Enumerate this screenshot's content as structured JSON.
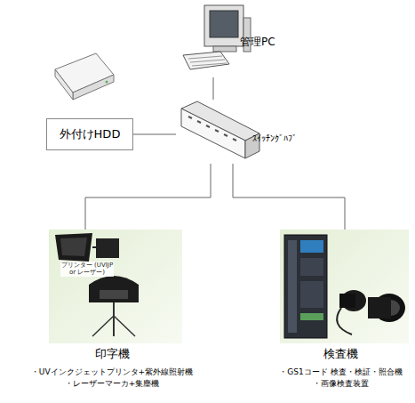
{
  "diagram": {
    "nodes": [
      {
        "text": [
          "管理PC"
        ]
      },
      {
        "text": [
          "外付けHDD"
        ]
      },
      {
        "text": [
          "ｽｲｯﾁﾝｸﾞﾊﾌﾞ"
        ]
      },
      {
        "text": [
          "印字機",
          "・UVインクジェットプリンタ+紫外線照射機",
          "・レーザーマーカ+集塵機"
        ]
      },
      {
        "text": [
          "検査機",
          "・GS1コード 検査・検証・照合機",
          "・画像検査装置"
        ]
      }
    ],
    "edges": [
      {
        "from": 0,
        "to": 2,
        "arrow": "none"
      },
      {
        "from": 1,
        "to": 2,
        "arrow": "none"
      },
      {
        "from": 2,
        "to": 3,
        "arrow": "none"
      },
      {
        "from": 2,
        "to": 4,
        "arrow": "none"
      }
    ],
    "labels": [
      "プリンター (UVIJP or レーザー)"
    ]
  }
}
